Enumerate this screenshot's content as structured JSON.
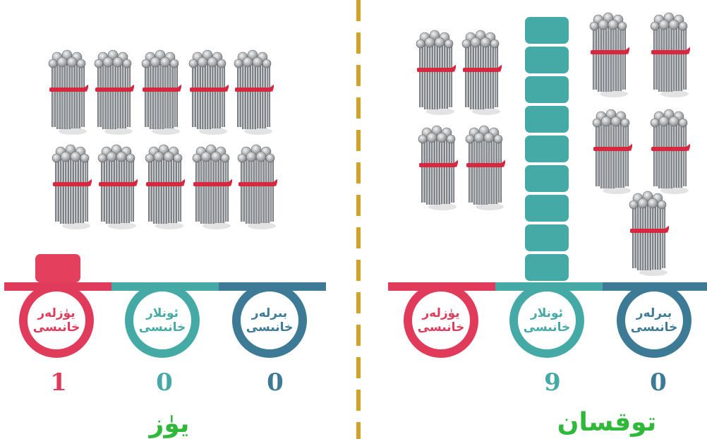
{
  "colors": {
    "hundreds": "#e03b5a",
    "tens": "#45aaa5",
    "ones": "#3c7a96",
    "divider": "#d3a326",
    "word": "#2fb83a"
  },
  "left": {
    "labels": {
      "hundreds": [
        "يۈزلەر",
        "خانىسى"
      ],
      "tens": [
        "ئونلار",
        "خانىسى"
      ],
      "ones": [
        "بىرلەر",
        "خانىسى"
      ]
    },
    "digits": {
      "hundreds": "1",
      "tens": "0",
      "ones": "0"
    },
    "word": "يۈز",
    "bundle_count": 10,
    "hundreds_block_count": 1
  },
  "right": {
    "labels": {
      "hundreds": [
        "يۈزلەر",
        "خانىسى"
      ],
      "tens": [
        "ئونلار",
        "خانىسى"
      ],
      "ones": [
        "بىرلەر",
        "خانىسى"
      ]
    },
    "digits": {
      "tens": "9",
      "ones": "0"
    },
    "word": "توقسان",
    "bundle_count": 9,
    "tens_block_count": 9
  },
  "icons": {
    "bundle": "nail-bundle-icon",
    "block": "place-value-block-icon"
  }
}
